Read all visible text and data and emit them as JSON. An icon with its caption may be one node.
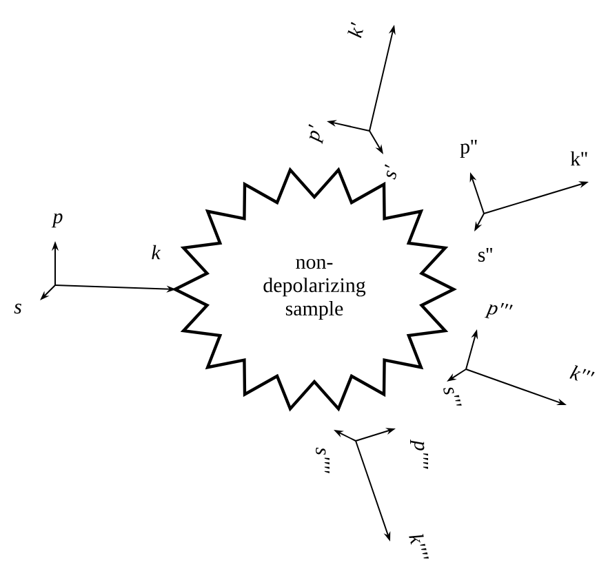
{
  "diagram": {
    "nodes": [
      {
        "text": [
          "non-depolarizing sample"
        ]
      }
    ],
    "labels": [
      "p",
      "k",
      "s",
      "k'",
      "p'",
      "s'",
      "p''",
      "k''",
      "s''",
      "p'''",
      "k'''",
      "s'''",
      "s''''",
      "p''''",
      "k''''"
    ]
  }
}
